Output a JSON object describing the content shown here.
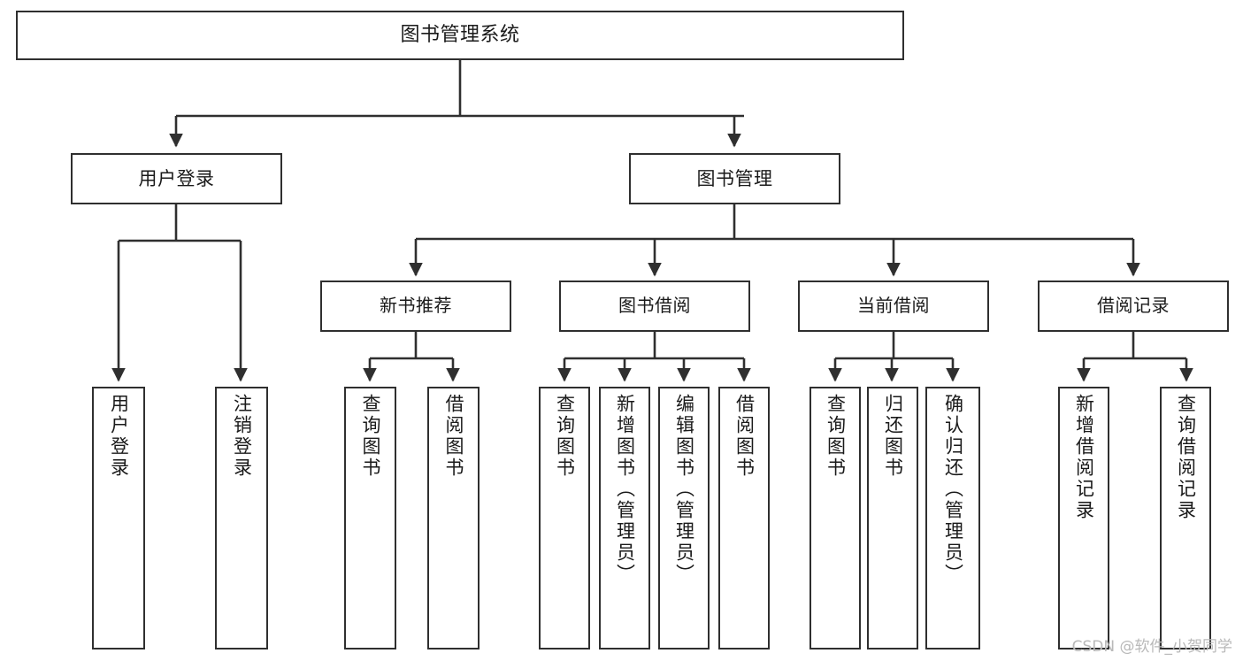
{
  "diagram": {
    "type": "tree",
    "title": "图书管理系统",
    "watermark": "CSDN @软件_小贺同学",
    "colors": {
      "box_border": "#2f2f2f",
      "box_fill": "#ffffff",
      "connector": "#2f2f2f",
      "text": "#1a1a1a",
      "watermark": "#b9b9b9"
    },
    "nodes": {
      "root": {
        "label": "图书管理系统"
      },
      "level2": [
        {
          "id": "user-login",
          "label": "用户登录"
        },
        {
          "id": "book-manage",
          "label": "图书管理"
        }
      ],
      "level3": [
        {
          "id": "new-book-recommend",
          "label": "新书推荐"
        },
        {
          "id": "book-borrow",
          "label": "图书借阅"
        },
        {
          "id": "current-borrow",
          "label": "当前借阅"
        },
        {
          "id": "borrow-record",
          "label": "借阅记录"
        }
      ],
      "leaves": {
        "user_login": [
          {
            "id": "leaf-user-login",
            "label": "用户登录"
          },
          {
            "id": "leaf-logout-login",
            "label": "注销登录"
          }
        ],
        "new_book_recommend": [
          {
            "id": "leaf-query-book-1",
            "label": "查询图书"
          },
          {
            "id": "leaf-borrow-book-1",
            "label": "借阅图书"
          }
        ],
        "book_borrow": [
          {
            "id": "leaf-query-book-2",
            "label": "查询图书"
          },
          {
            "id": "leaf-add-book",
            "label": "新增图书（管理员）"
          },
          {
            "id": "leaf-edit-book",
            "label": "编辑图书（管理员）"
          },
          {
            "id": "leaf-borrow-book-2",
            "label": "借阅图书"
          }
        ],
        "current_borrow": [
          {
            "id": "leaf-query-book-3",
            "label": "查询图书"
          },
          {
            "id": "leaf-return-book",
            "label": "归还图书"
          },
          {
            "id": "leaf-confirm-return",
            "label": "确认归还（管理员）"
          }
        ],
        "borrow_record": [
          {
            "id": "leaf-add-borrow-record",
            "label": "新增借阅记录"
          },
          {
            "id": "leaf-query-borrow-record",
            "label": "查询借阅记录"
          }
        ]
      }
    },
    "edges": [
      {
        "from": "图书管理系统",
        "to": "用户登录"
      },
      {
        "from": "图书管理系统",
        "to": "图书管理"
      },
      {
        "from": "用户登录",
        "to": "用户登录"
      },
      {
        "from": "用户登录",
        "to": "注销登录"
      },
      {
        "from": "图书管理",
        "to": "新书推荐"
      },
      {
        "from": "图书管理",
        "to": "图书借阅"
      },
      {
        "from": "图书管理",
        "to": "当前借阅"
      },
      {
        "from": "图书管理",
        "to": "借阅记录"
      },
      {
        "from": "新书推荐",
        "to": "查询图书"
      },
      {
        "from": "新书推荐",
        "to": "借阅图书"
      },
      {
        "from": "图书借阅",
        "to": "查询图书"
      },
      {
        "from": "图书借阅",
        "to": "新增图书（管理员）"
      },
      {
        "from": "图书借阅",
        "to": "编辑图书（管理员）"
      },
      {
        "from": "图书借阅",
        "to": "借阅图书"
      },
      {
        "from": "当前借阅",
        "to": "查询图书"
      },
      {
        "from": "当前借阅",
        "to": "归还图书"
      },
      {
        "from": "当前借阅",
        "to": "确认归还（管理员）"
      },
      {
        "from": "借阅记录",
        "to": "新增借阅记录"
      },
      {
        "from": "借阅记录",
        "to": "查询借阅记录"
      }
    ]
  }
}
